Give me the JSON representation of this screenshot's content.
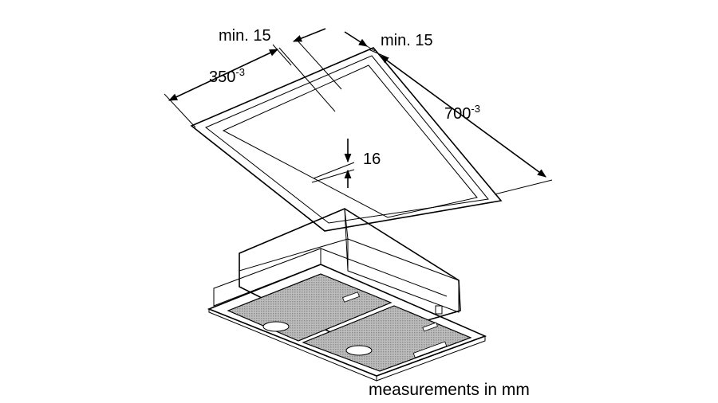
{
  "dimensions": {
    "min_left": "min. 15",
    "min_right": "min. 15",
    "width_base": "350",
    "width_tol": "-3",
    "length_base": "700",
    "length_tol": "-3",
    "depth": "16"
  },
  "caption": "measurements in mm"
}
